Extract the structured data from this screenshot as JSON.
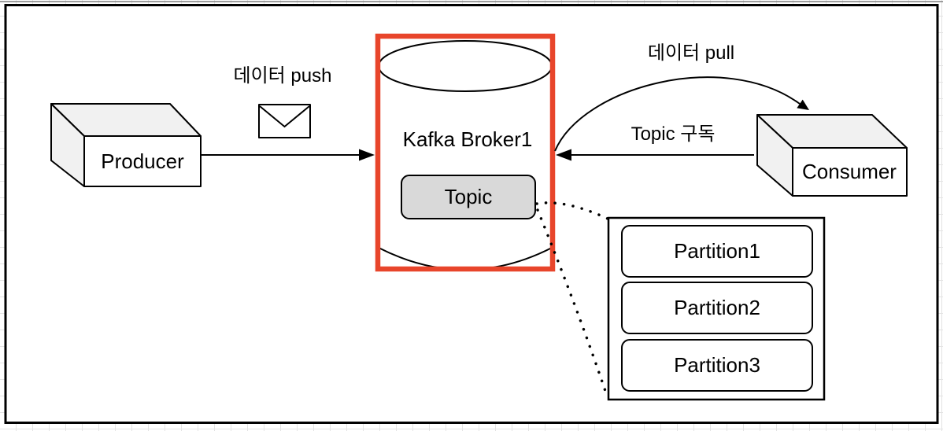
{
  "colors": {
    "highlight": "#E8452B",
    "topic_fill": "#D9D9D9",
    "shape_shade": "#F1F1F1",
    "line": "#000000"
  },
  "nodes": {
    "producer": {
      "label": "Producer"
    },
    "broker": {
      "label": "Kafka Broker1"
    },
    "topic": {
      "label": "Topic"
    },
    "consumer": {
      "label": "Consumer"
    }
  },
  "partitions": [
    "Partition1",
    "Partition2",
    "Partition3"
  ],
  "edges": {
    "push": {
      "label": "데이터 push",
      "icon": "envelope-icon"
    },
    "pull": {
      "label": "데이터 pull"
    },
    "subscribe": {
      "label": "Topic 구독"
    }
  }
}
